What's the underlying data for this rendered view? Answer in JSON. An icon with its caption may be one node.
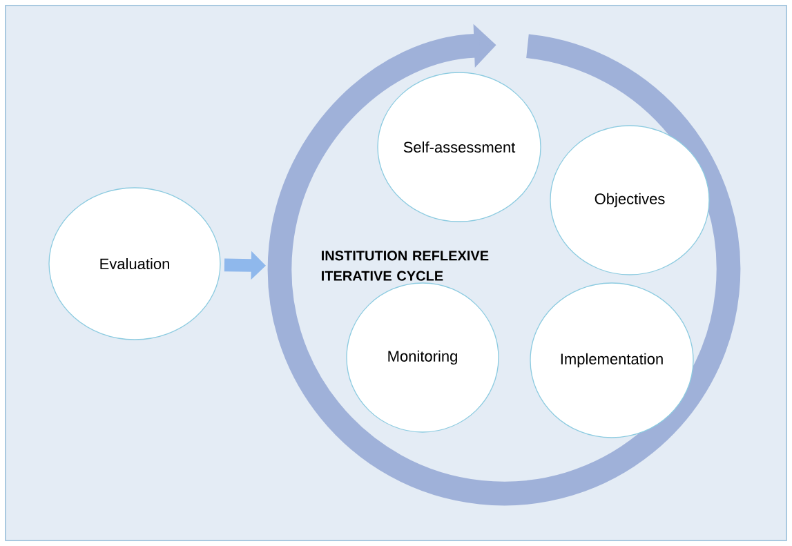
{
  "diagram": {
    "nodes": [
      {
        "text": [
          "Evaluation"
        ]
      },
      {
        "text": [
          "INSTITUTION REFLEXIVE ITERATIVE CYCLE"
        ]
      },
      {
        "text": [
          "Self-assessment"
        ],
        "in": 1
      },
      {
        "text": [
          "Objectives"
        ],
        "in": 1
      },
      {
        "text": [
          "Monitoring"
        ],
        "in": 1
      },
      {
        "text": [
          "Implementation"
        ],
        "in": 1
      }
    ],
    "edges": [
      {
        "from": 0,
        "to": 1,
        "arrow": "to"
      }
    ]
  }
}
